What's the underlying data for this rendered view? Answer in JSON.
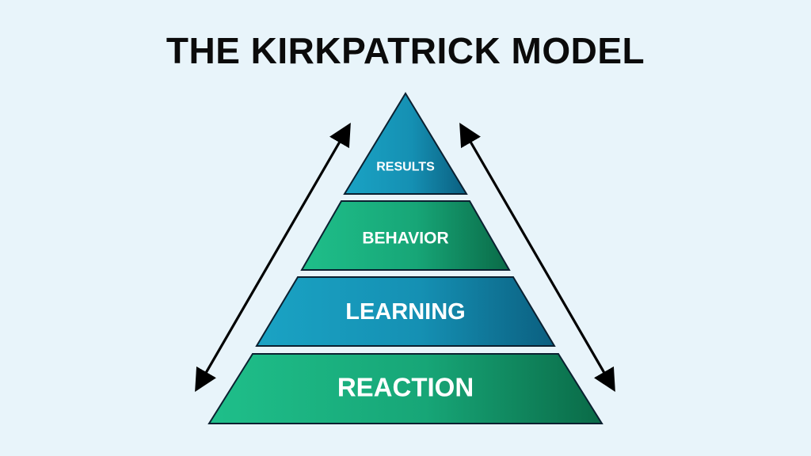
{
  "title": "THE KIRKPATRICK MODEL",
  "levels": [
    {
      "label": "RESULTS",
      "style": "blue"
    },
    {
      "label": "BEHAVIOR",
      "style": "green"
    },
    {
      "label": "LEARNING",
      "style": "blue"
    },
    {
      "label": "REACTION",
      "style": "green"
    }
  ],
  "colors": {
    "background": "#e8f4fa",
    "blue_light": "#1aa3c4",
    "blue_dark": "#0b5f80",
    "green_light": "#1fbf8a",
    "green_dark": "#0a6a47",
    "outline": "#0b2030",
    "arrow": "#000000"
  },
  "arrows": [
    {
      "name": "left-double-arrow-icon",
      "heads": "both"
    },
    {
      "name": "right-double-arrow-icon",
      "heads": "both"
    }
  ]
}
